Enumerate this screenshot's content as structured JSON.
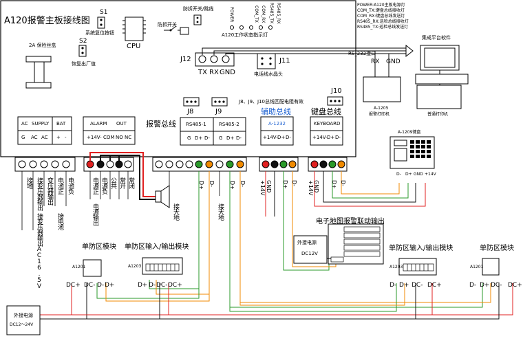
{
  "board": {
    "title": "A120报警主板接线图",
    "s1": "S1",
    "s1_caption": "系统复位按钮",
    "s2": "S2",
    "s2_caption": "恢复出厂值",
    "fuse_caption": "2A 保险丝盒",
    "cpu": "CPU",
    "tamper": "防拆开关",
    "tamper_jumper": "防拆开关/跳线",
    "led_caption": "A120工作状态指示灯",
    "led_labels": [
      "POWER",
      "COM_TX",
      "COM_RX",
      "RS485_TX",
      "RS485_RX"
    ],
    "j12": "J12",
    "j12_pins": [
      "TX",
      "RX",
      "GND"
    ],
    "j11": "J11",
    "j11_caption": "电话线水晶头",
    "j10": "J10",
    "j8": "J8",
    "j9": "J9",
    "bus_jumper_note": "J8、J9、J10总线匹配电阻有效",
    "aux_bus": "辅助总线",
    "keyboard_bus": "键盘总线",
    "alarm_bus": "报警总线"
  },
  "legend": [
    "POWER:A120主板电源灯",
    "COM_TX:键盘总线接收灯",
    "COM_RX:键盘总线发送灯",
    "RS485_RX:巡检总线接收灯",
    "RS485_TX:巡检总线发送灯"
  ],
  "blocks": {
    "supply": {
      "title": [
        "AC",
        "SUPPLY",
        "BAT"
      ],
      "pins": [
        "G",
        "AC",
        "AC",
        "+",
        "-"
      ]
    },
    "alarm": {
      "title": [
        "ALARM",
        "OUT"
      ],
      "pins": [
        "+14V-",
        "COM",
        "NO",
        "NC"
      ]
    },
    "rs485_1": {
      "title": "RS485-1",
      "pins": [
        "G",
        "D+",
        "D-"
      ]
    },
    "rs485_2": {
      "title": "RS485-2",
      "pins": [
        "G",
        "D+",
        "D-"
      ]
    },
    "a1232": {
      "title": "A-1232",
      "pins": [
        "+14V-",
        "D+",
        "D-"
      ]
    },
    "keyboard": {
      "title": "KEYBOARD",
      "pins": [
        "+14V-",
        "D+",
        "D-"
      ]
    }
  },
  "peripherals": {
    "software": "集成平台软件",
    "rs232": "RS_232接口",
    "rx": "RX",
    "gnd": "GND",
    "a1205": "A-1205",
    "a1205_caption": "报警打印机",
    "printer": "普通打印机",
    "a1209": "A-1209键盘",
    "a1209_pins": [
      "D-",
      "D+",
      "GND",
      "+14V"
    ]
  },
  "wire_labels": {
    "supply": [
      "接地",
      "接变压器输出",
      "变压器输出",
      "电池正",
      "电池负"
    ],
    "supply_extra": [
      "接变压器输出AC16.5V",
      "接电池"
    ],
    "alarm": [
      "电源正",
      "电源负",
      "公共",
      "常开",
      "常闭"
    ],
    "alarm_out": "电源输出",
    "rs485": [
      "D+",
      "D-",
      "D+",
      "D-"
    ],
    "ground": [
      "接大地",
      "接大地"
    ],
    "aux": [
      "GND",
      "+14V",
      "D+",
      "D-"
    ],
    "kbd": [
      "GND",
      "+14V",
      "D+",
      "D-"
    ]
  },
  "modules": {
    "single_zone_left": "单防区模块",
    "io_left": "单防区输入/输出模块",
    "a1201": "A1201",
    "a1203": "A1203",
    "left_a1201_pins": [
      "DC+",
      "DC-",
      "D-",
      "D+"
    ],
    "left_a1203_pins": [
      "D+",
      "D-",
      "DC-",
      "DC+"
    ],
    "map_title": "电子地图报警联动输出",
    "ext_power": "外接电源",
    "ext_power_v": "DC12V",
    "io_right": "单防区输入/输出模块",
    "single_zone_right": "单防区模块",
    "right_a1203_pins": [
      "D-",
      "D+",
      "DC-",
      "DC+"
    ],
    "right_a1201_pins": [
      "D-",
      "D+",
      "DC-",
      "DC+"
    ],
    "ext_power_bottom": "外接电源",
    "ext_power_bottom_v": "DC12～24V"
  },
  "colors": {
    "red": "#e02020",
    "green": "#2a9a2a",
    "orange": "#f08a00",
    "blue": "#1a5fd0",
    "yellow": "#c9b800"
  }
}
